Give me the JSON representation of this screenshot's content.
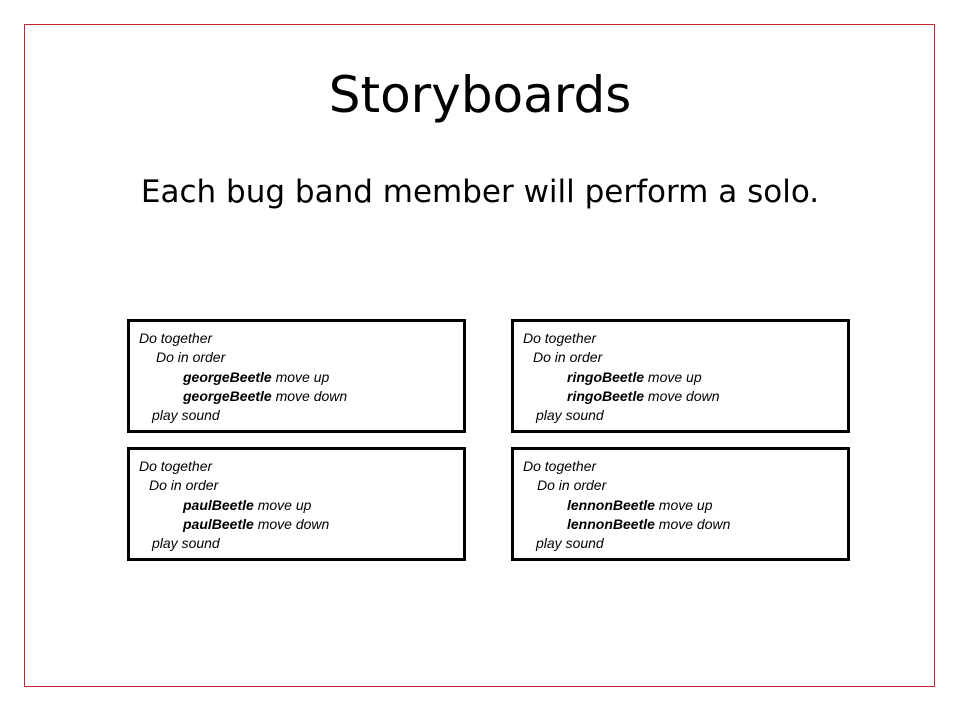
{
  "slide": {
    "title": "Storyboards",
    "subtitle": "Each bug band member will perform a solo."
  },
  "storyboards": [
    {
      "do_together": "Do together",
      "do_in_order": "Do in order",
      "step1_object": "georgeBeetle",
      "step1_action": " move up",
      "step2_object": "georgeBeetle",
      "step2_action": " move down",
      "sound": "play sound"
    },
    {
      "do_together": "Do together",
      "do_in_order": "Do in order",
      "step1_object": "ringoBeetle",
      "step1_action": " move up",
      "step2_object": "ringoBeetle",
      "step2_action": " move down",
      "sound": "play sound"
    },
    {
      "do_together": "Do together",
      "do_in_order": "Do in order",
      "step1_object": "paulBeetle",
      "step1_action": " move up",
      "step2_object": "paulBeetle",
      "step2_action": " move down",
      "sound": "play sound"
    },
    {
      "do_together": "Do together",
      "do_in_order": "Do in order",
      "step1_object": "lennonBeetle",
      "step1_action": " move up",
      "step2_object": "lennonBeetle",
      "step2_action": " move down",
      "sound": "play sound"
    }
  ],
  "colors": {
    "frame_border": "#c0282d",
    "box_border": "#000000",
    "text": "#000000"
  }
}
